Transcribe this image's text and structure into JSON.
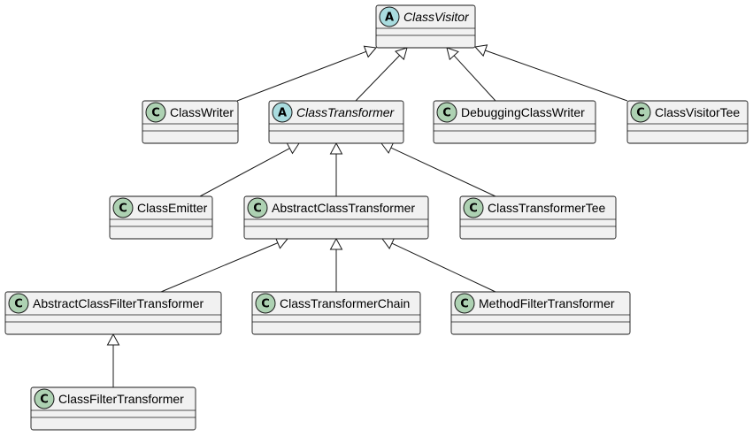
{
  "diagram": {
    "stereotype_letters": {
      "abstract": "A",
      "class": "C"
    },
    "stereotype_colors": {
      "abstract": "#a9dcdf",
      "class": "#add1b2"
    },
    "classes": [
      {
        "id": "ClassVisitor",
        "name": "ClassVisitor",
        "kind": "abstract"
      },
      {
        "id": "ClassWriter",
        "name": "ClassWriter",
        "kind": "class"
      },
      {
        "id": "ClassTransformer",
        "name": "ClassTransformer",
        "kind": "abstract"
      },
      {
        "id": "DebuggingClassWriter",
        "name": "DebuggingClassWriter",
        "kind": "class"
      },
      {
        "id": "ClassVisitorTee",
        "name": "ClassVisitorTee",
        "kind": "class"
      },
      {
        "id": "ClassEmitter",
        "name": "ClassEmitter",
        "kind": "class"
      },
      {
        "id": "AbstractClassTransformer",
        "name": "AbstractClassTransformer",
        "kind": "class"
      },
      {
        "id": "ClassTransformerTee",
        "name": "ClassTransformerTee",
        "kind": "class"
      },
      {
        "id": "AbstractClassFilterTransformer",
        "name": "AbstractClassFilterTransformer",
        "kind": "class"
      },
      {
        "id": "ClassTransformerChain",
        "name": "ClassTransformerChain",
        "kind": "class"
      },
      {
        "id": "MethodFilterTransformer",
        "name": "MethodFilterTransformer",
        "kind": "class"
      },
      {
        "id": "ClassFilterTransformer",
        "name": "ClassFilterTransformer",
        "kind": "class"
      }
    ],
    "inheritance": [
      {
        "child": "ClassWriter",
        "parent": "ClassVisitor"
      },
      {
        "child": "ClassTransformer",
        "parent": "ClassVisitor"
      },
      {
        "child": "DebuggingClassWriter",
        "parent": "ClassVisitor"
      },
      {
        "child": "ClassVisitorTee",
        "parent": "ClassVisitor"
      },
      {
        "child": "ClassEmitter",
        "parent": "ClassTransformer"
      },
      {
        "child": "AbstractClassTransformer",
        "parent": "ClassTransformer"
      },
      {
        "child": "ClassTransformerTee",
        "parent": "ClassTransformer"
      },
      {
        "child": "AbstractClassFilterTransformer",
        "parent": "AbstractClassTransformer"
      },
      {
        "child": "ClassTransformerChain",
        "parent": "AbstractClassTransformer"
      },
      {
        "child": "MethodFilterTransformer",
        "parent": "AbstractClassTransformer"
      },
      {
        "child": "ClassFilterTransformer",
        "parent": "AbstractClassFilterTransformer"
      }
    ]
  }
}
